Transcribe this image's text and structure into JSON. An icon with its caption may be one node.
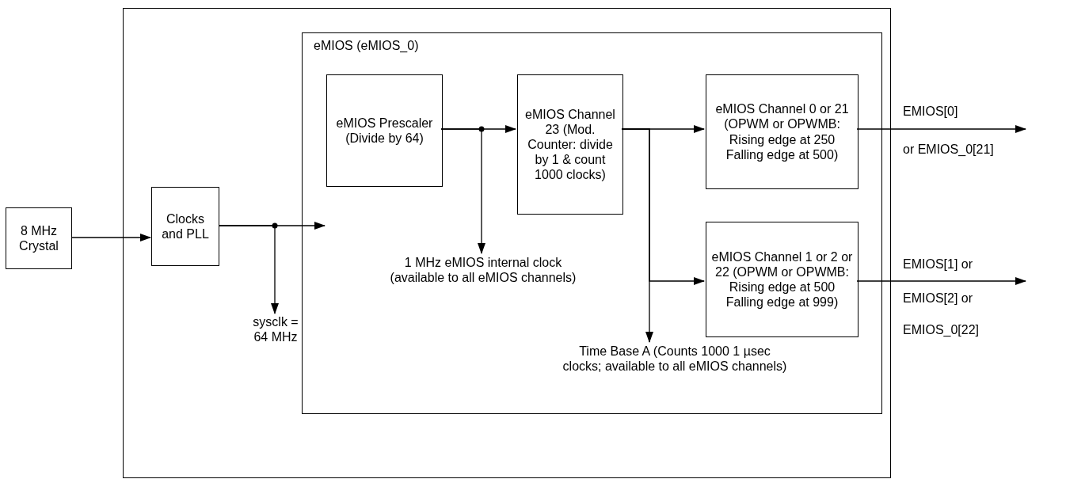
{
  "diagram": {
    "nodes": [
      {
        "text": [
          "8 MHz Crystal"
        ]
      },
      {
        "text": [],
        "shape": "box"
      },
      {
        "text": [
          "Clocks and PLL"
        ],
        "in": 1
      },
      {
        "text": [
          "eMIOS (eMIOS_0)"
        ],
        "in": 1
      },
      {
        "text": [
          "eMIOS Prescaler (Divide by 64)"
        ],
        "in": 3
      },
      {
        "text": [
          "eMIOS Channel 23 (Mod. Counter: divide by 1 & count 1000 clocks)"
        ],
        "in": 3
      },
      {
        "text": [
          "eMIOS Channel 0 or 21 (OPWM or OPWMB: Rising edge at 250 Falling edge at 500)"
        ],
        "in": 3
      },
      {
        "text": [
          "eMIOS Channel 1 or 2 or 22 (OPWM or OPWMB: Rising edge at 500 Falling edge at 999)"
        ],
        "in": 3
      },
      {
        "text": [
          "sysclk = 64 MHz"
        ],
        "in": 1
      },
      {
        "text": [
          "1 MHz eMIOS internal clock (available to all eMIOS channels)"
        ],
        "in": 3
      },
      {
        "text": [
          "Time Base A (Counts 1000 1 µsec clocks; available to all eMIOS channels)"
        ],
        "in": 3
      }
    ],
    "edges": [
      {
        "from": 0,
        "to": 2,
        "arrow": "to"
      },
      {
        "from": 2,
        "to": 4,
        "arrow": "to"
      },
      {
        "from": 2,
        "to": 8,
        "arrow": "to"
      },
      {
        "from": 4,
        "to": 5,
        "arrow": "to"
      },
      {
        "from": 4,
        "to": 9,
        "arrow": "to"
      },
      {
        "from": 5,
        "to": 6,
        "arrow": "to"
      },
      {
        "from": 5,
        "to": 7,
        "arrow": "to"
      },
      {
        "from": 5,
        "to": 10,
        "arrow": "to"
      },
      {
        "from": 6,
        "to": null,
        "arrow": "to"
      },
      {
        "from": 7,
        "to": null,
        "arrow": "to"
      }
    ],
    "labels": [
      "EMIOS[0]",
      "or EMIOS_0[21]",
      "EMIOS[1] or",
      "EMIOS[2] or",
      "EMIOS_0[22]"
    ]
  }
}
